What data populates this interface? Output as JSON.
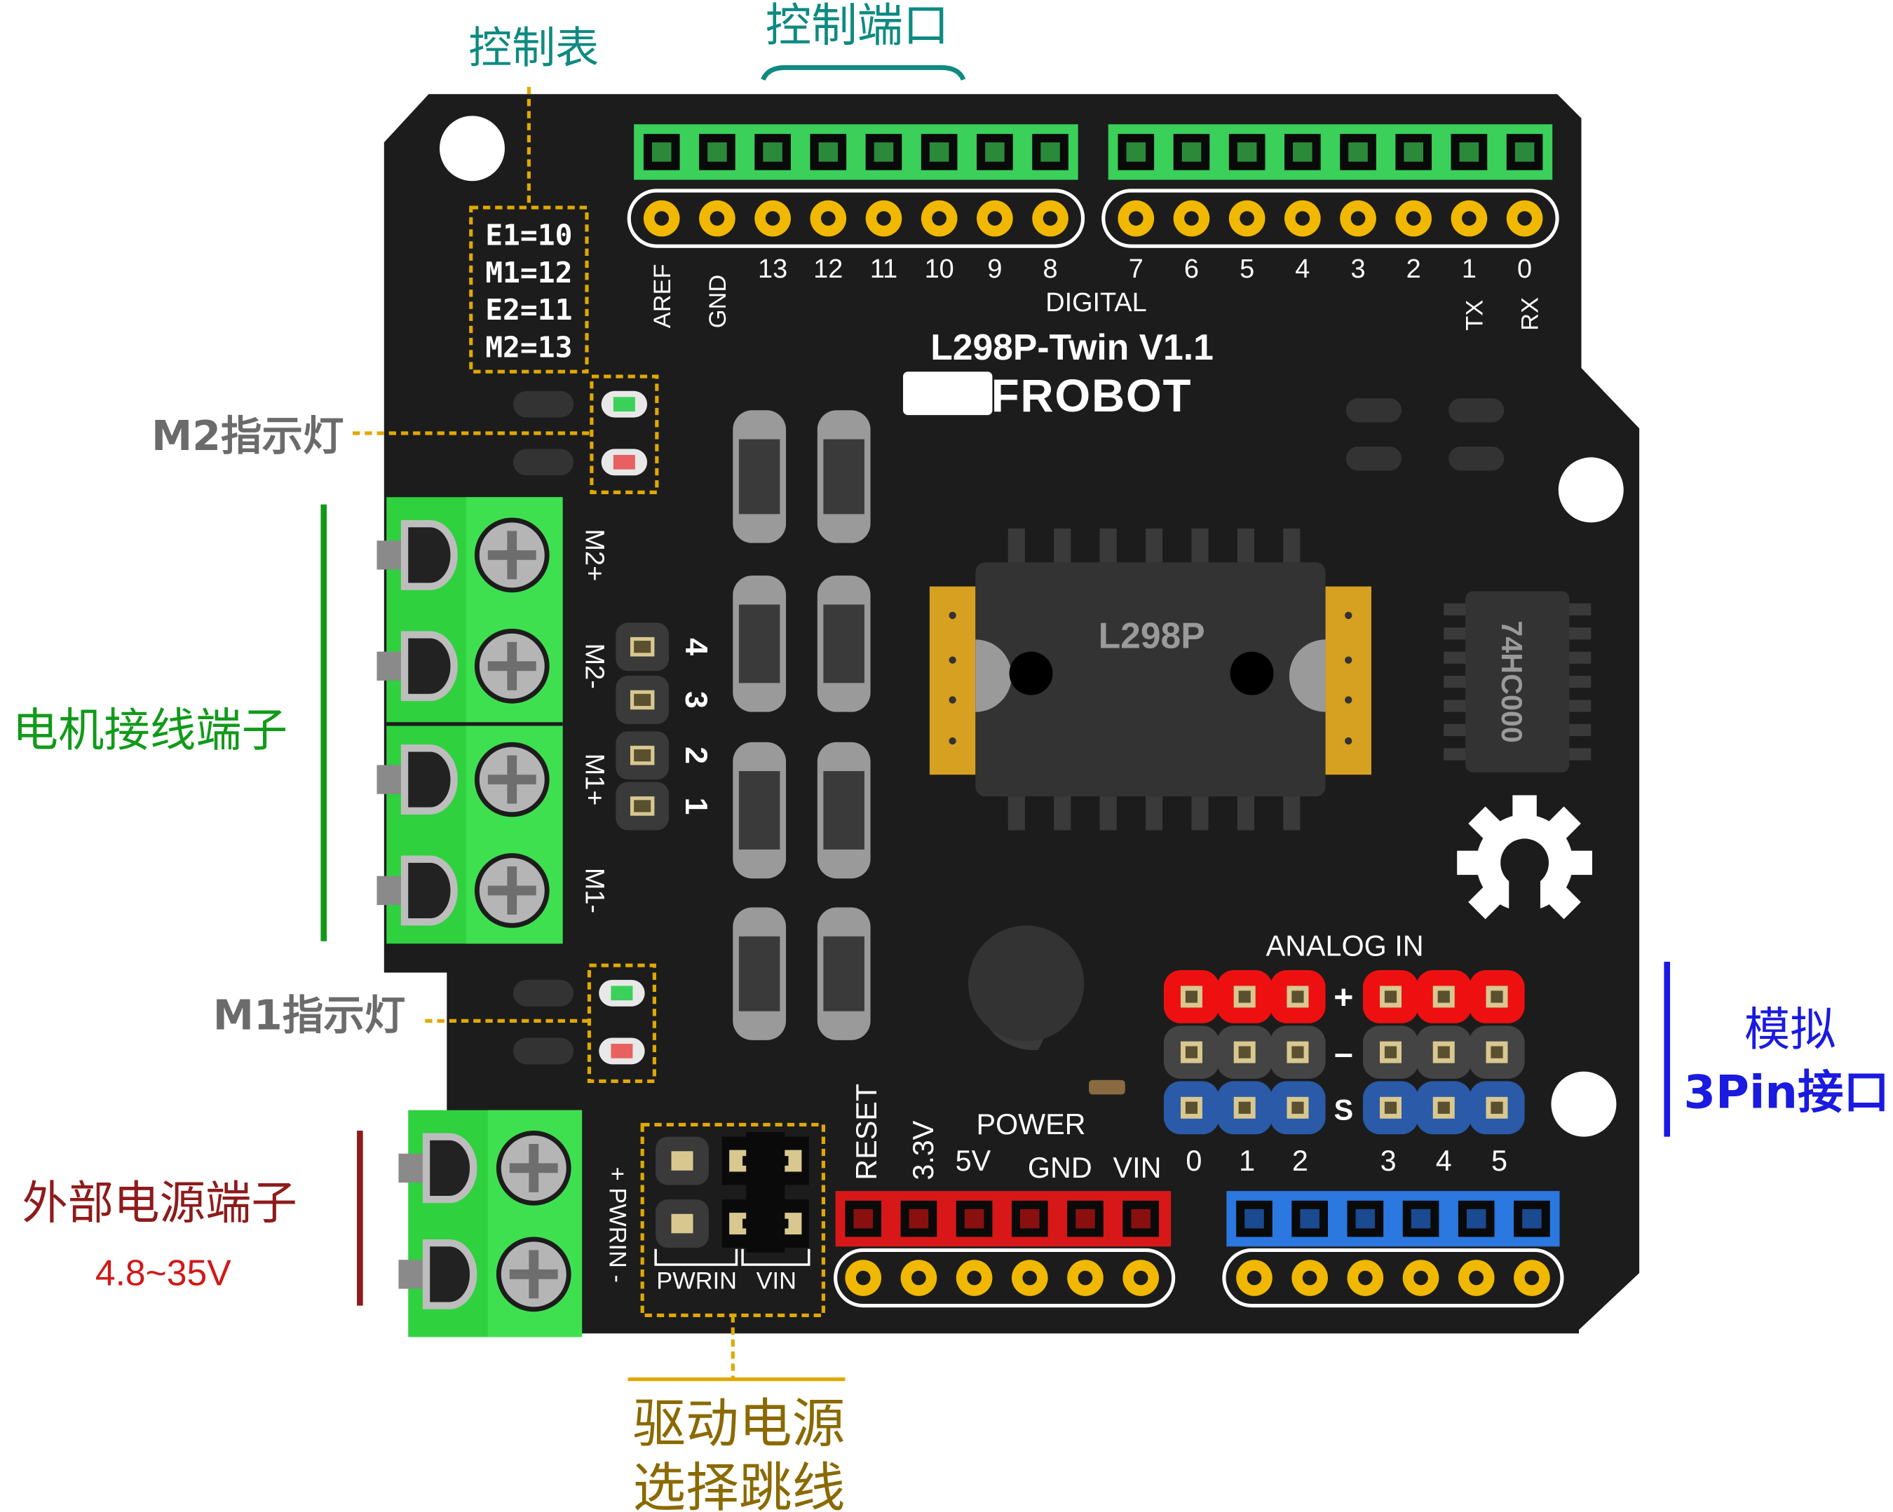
{
  "colors": {
    "board": "#1c1c1c",
    "terminal_green": "#2fd13f",
    "header_green": "#3ad05a",
    "header_red": "#d81818",
    "header_blue": "#2a78e0",
    "pin_gold": "#f0b800",
    "annotation_gold": "#e0a800"
  },
  "callouts": {
    "control_table": "控制表",
    "control_port": "控制端口",
    "m2_led": "M2指示灯",
    "m1_led": "M1指示灯",
    "motor_terminal": "电机接线端子",
    "external_power": "外部电源端子",
    "external_power_range": "4.8~35V",
    "analog_port_line1": "模拟",
    "analog_port_line2": "3Pin接口",
    "jumper_line1": "驱动电源",
    "jumper_line2": "选择跳线"
  },
  "control_table": [
    "E1=10",
    "M1=12",
    "E2=11",
    "M2=13"
  ],
  "board": {
    "title": "L298P-Twin V1.1",
    "brand": "DFROBOT",
    "chip_main": "L298P",
    "chip_secondary": "74HC000"
  },
  "digital_header": {
    "section_label": "DIGITAL",
    "left_pins": [
      "AREF",
      "GND",
      "13",
      "12",
      "11",
      "10",
      "9",
      "8"
    ],
    "right_pins": [
      "7",
      "6",
      "5",
      "4",
      "3",
      "2",
      "1",
      "0"
    ],
    "tx": "TX",
    "rx": "RX"
  },
  "motor_terminals": [
    "M2+",
    "M2-",
    "M1+",
    "M1-"
  ],
  "motor_header_numbers": [
    "4",
    "3",
    "2",
    "1"
  ],
  "analog": {
    "title": "ANALOG IN",
    "plus": "+",
    "minus": "–",
    "signal": "S",
    "pins": [
      "0",
      "1",
      "2",
      "3",
      "4",
      "5"
    ]
  },
  "power_header": {
    "label_power": "POWER",
    "pins": [
      "RESET",
      "3.3V",
      "5V",
      "GND",
      "VIN"
    ]
  },
  "pwrin_jumper": {
    "side_label": "+ PWRIN -",
    "left": "PWRIN",
    "right": "VIN"
  }
}
